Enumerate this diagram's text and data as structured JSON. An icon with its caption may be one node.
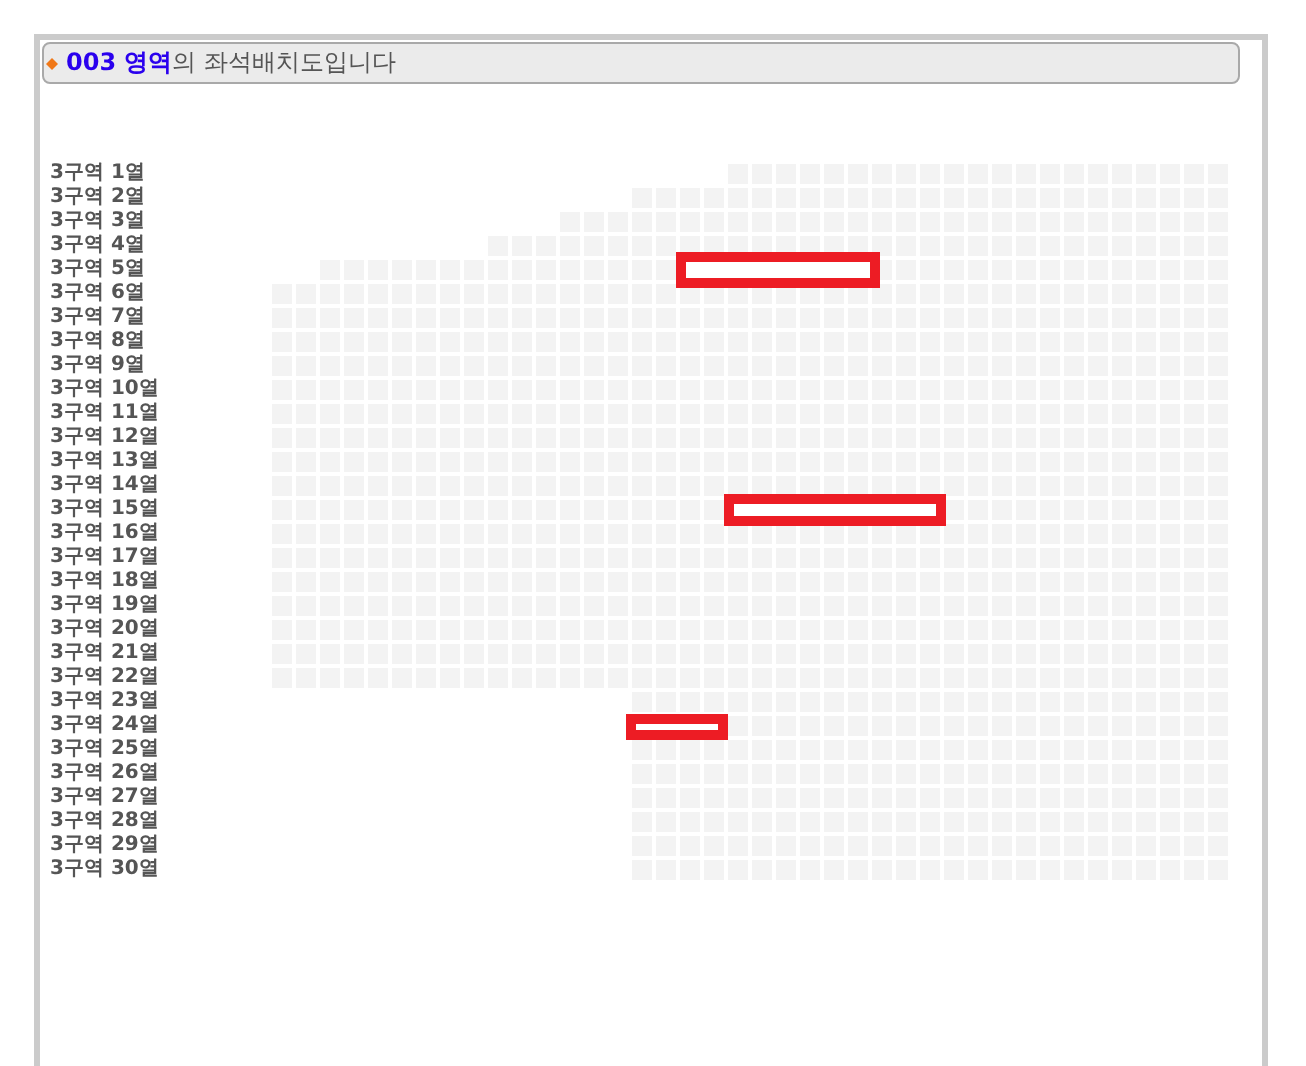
{
  "diagram": {
    "title": "**003 영역**의 좌석배치도입니다",
    "labels": [
      "3구역 1열",
      "3구역 2열",
      "3구역 3열",
      "3구역 4열",
      "3구역 5열",
      "3구역 6열",
      "3구역 7열",
      "3구역 8열",
      "3구역 9열",
      "3구역 10열",
      "3구역 11열",
      "3구역 12열",
      "3구역 13열",
      "3구역 14열",
      "3구역 15열",
      "3구역 16열",
      "3구역 17열",
      "3구역 18열",
      "3구역 19열",
      "3구역 20열",
      "3구역 21열",
      "3구역 22열",
      "3구역 23열",
      "3구역 24열",
      "3구역 25열",
      "3구역 26열",
      "3구역 27열",
      "3구역 28열",
      "3구역 29열",
      "3구역 30열"
    ]
  }
}
